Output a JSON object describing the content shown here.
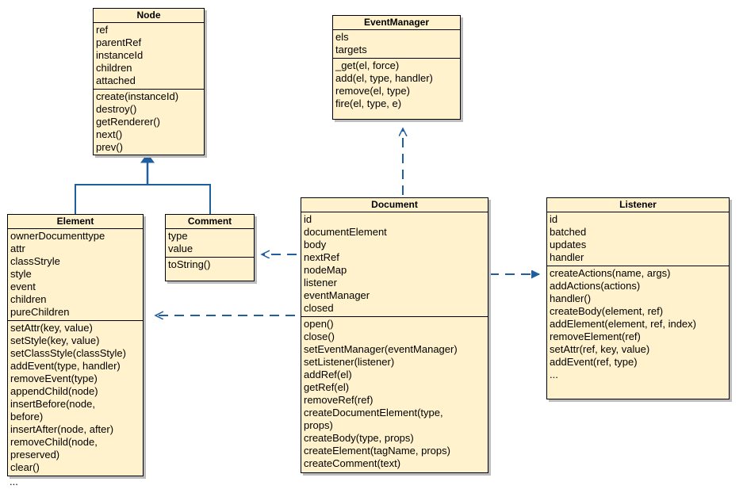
{
  "classes": {
    "node": {
      "name": "Node",
      "attributes": [
        "ref",
        "parentRef",
        "instanceId",
        "children",
        "attached"
      ],
      "methods": [
        "create(instanceId)",
        "destroy()",
        "getRenderer()",
        "next()",
        "prev()"
      ]
    },
    "event_manager": {
      "name": "EventManager",
      "attributes": [
        "els",
        "targets"
      ],
      "methods": [
        "_get(el, force)",
        "add(el, type, handler)",
        "remove(el, type)",
        "fire(el, type, e)"
      ]
    },
    "element": {
      "name": "Element",
      "attributes": [
        "ownerDocumenttype",
        "attr",
        "classStryle",
        "style",
        "event",
        "children",
        "pureChildren"
      ],
      "methods": [
        "setAttr(key, value)",
        "setStyle(key, value)",
        "setClassStyle(classStyle)",
        "addEvent(type, handler)",
        "removeEvent(type)",
        "appendChild(node)",
        "insertBefore(node,",
        "before)",
        "insertAfter(node, after)",
        "removeChild(node,",
        "preserved)",
        "clear()"
      ],
      "trailing": "..."
    },
    "comment": {
      "name": "Comment",
      "attributes": [
        "type",
        "value"
      ],
      "methods": [
        "toString()"
      ]
    },
    "document": {
      "name": "Document",
      "attributes": [
        "id",
        "documentElement",
        "body",
        "nextRef",
        "nodeMap",
        "listener",
        "eventManager",
        "closed"
      ],
      "methods": [
        "open()",
        "close()",
        "setEventManager(eventManager)",
        "setListener(listener)",
        "addRef(el)",
        "getRef(el)",
        "removeRef(ref)",
        "createDocumentElement(type,",
        "props)",
        "createBody(type, props)",
        "createElement(tagName, props)",
        "createComment(text)"
      ]
    },
    "listener": {
      "name": "Listener",
      "attributes": [
        "id",
        "batched",
        "updates",
        "handler"
      ],
      "methods": [
        "createActions(name, args)",
        "addActions(actions)",
        "handler()",
        "createBody(element, ref)",
        "addElement(element, ref, index)",
        "removeElement(ref)",
        "setAttr(ref, key, value)",
        "addEvent(ref, type)",
        "..."
      ]
    }
  },
  "colors": {
    "fill": "#fff2cc",
    "link": "#1f5f9e"
  }
}
